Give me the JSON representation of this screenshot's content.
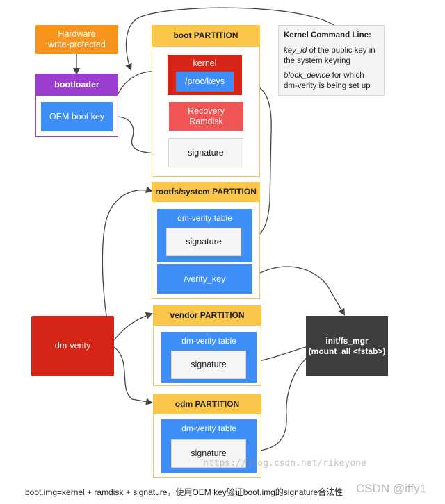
{
  "hardware": {
    "line1": "Hardware",
    "line2": "write-protected"
  },
  "bootloader": {
    "title": "bootloader",
    "oem_key": "OEM boot key"
  },
  "boot_partition": {
    "title": "boot PARTITION",
    "kernel": "kernel",
    "proc_keys": "/proc/keys",
    "recovery_line1": "Recovery",
    "recovery_line2": "Ramdisk",
    "signature": "signature"
  },
  "kernel_cmdline": {
    "title": "Kernel Command Line:",
    "key_id_term": "key_id",
    "key_id_text": " of the public key in the system keyring",
    "block_device_term": "block_device",
    "block_device_text": " for which dm-verity is being set up"
  },
  "rootfs_partition": {
    "title": "rootfs/system PARTITION",
    "table": "dm-verity table",
    "signature": "signature",
    "verity_key": "/verity_key"
  },
  "vendor_partition": {
    "title": "vendor PARTITION",
    "table": "dm-verity table",
    "signature": "signature"
  },
  "odm_partition": {
    "title": "odm PARTITION",
    "table": "dm-verity table",
    "signature": "signature"
  },
  "dm_verity": "dm-verity",
  "init": {
    "line1": "init/fs_mgr",
    "line2": "(mount_all <fstab>)"
  },
  "footer": "boot.img=kernel + ramdisk + signature，使用OEM key验证boot.img的signature合法性",
  "watermark": "https://blog.csdn.net/rikeyone",
  "csdn_mark": "CSDN @iffy1",
  "colors": {
    "partition_header": "#fbc64a",
    "blue": "#3e8ef7",
    "kernel_red": "#d62516",
    "recovery_pink": "#f05454",
    "bootloader_purple": "#9c3fd1",
    "hardware_orange": "#f7941d",
    "init_dark": "#3e3e3e"
  }
}
